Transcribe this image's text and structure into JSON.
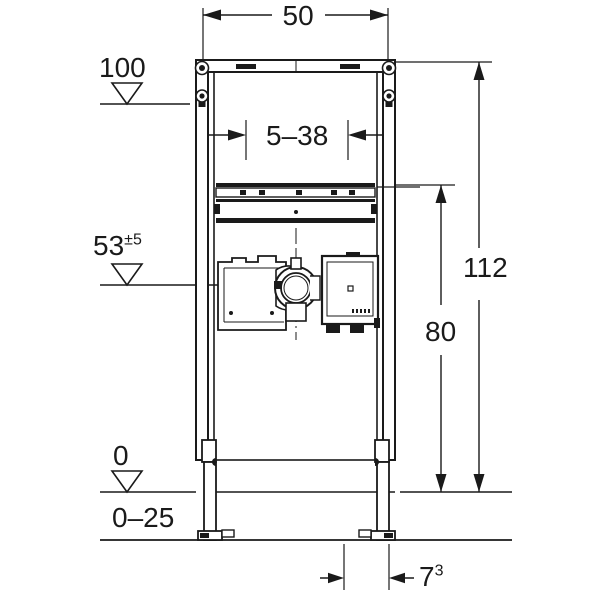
{
  "drawing": {
    "title": "Sanitary installation frame technical drawing",
    "units": "cm",
    "line_color": "#1a1a1a",
    "fill_color": "#ffffff",
    "background": "#ffffff"
  },
  "dimensions": {
    "width_top": "50",
    "inner_adjust": "5–38",
    "height_total": "112",
    "height_inner": "80",
    "depth_bottom": "7",
    "depth_bottom_sup": "3",
    "floor_range": "0–25"
  },
  "datums": [
    {
      "id": "datum-100",
      "label": "100",
      "symbol": "level-triangle"
    },
    {
      "id": "datum-53",
      "label": "53",
      "sup": "±5",
      "symbol": "level-triangle"
    },
    {
      "id": "datum-0",
      "label": "0",
      "symbol": "level-triangle"
    }
  ],
  "labels": {
    "datum_100": "100",
    "datum_53": "53",
    "datum_53_sup": "±5",
    "datum_0": "0",
    "dim_50": "50",
    "dim_5_38": "5–38",
    "dim_112": "112",
    "dim_80": "80",
    "dim_0_25": "0–25",
    "dim_7": "7",
    "dim_7_sup": "3"
  },
  "components": {
    "frame": "installation-frame",
    "valve": "flush-valve-assembly",
    "cistern_box": "connector-housing",
    "legs": "adjustable-legs",
    "crossbar": "mounting-crossbar",
    "floor_line": "finished-floor-level"
  }
}
